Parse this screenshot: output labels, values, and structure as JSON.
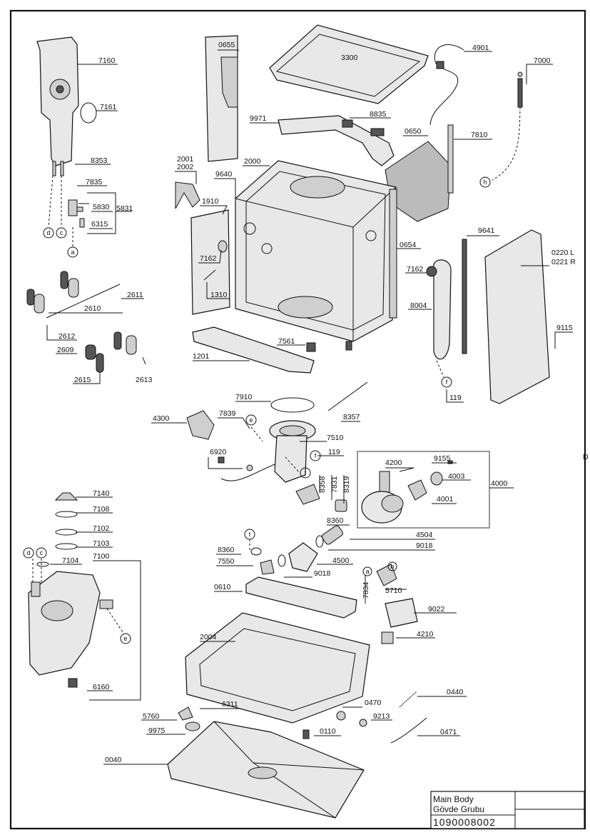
{
  "labels": [
    "7160",
    "7161",
    "8353",
    "7835",
    "5830",
    "5831",
    "6315",
    "0655",
    "3300",
    "4901",
    "7000",
    "9971",
    "8835",
    "0650",
    "7810",
    "2001",
    "2002",
    "2000",
    "9640",
    "1910",
    "7162",
    "1310",
    "0654",
    "9641",
    "0220 L",
    "0221 R",
    "7162",
    "8004",
    "9115",
    "119",
    "2611",
    "2610",
    "2612",
    "2609",
    "2613",
    "2615",
    "1201",
    "7561",
    "7910",
    "4300",
    "7839",
    "8357",
    "7510",
    "119",
    "6920",
    "4200",
    "9155",
    "4003",
    "4001",
    "4000",
    "8358",
    "7831",
    "8319",
    "8360",
    "4504",
    "9018",
    "4500",
    "9018",
    "8360",
    "7550",
    "0610",
    "5710",
    "7834",
    "9022",
    "4210",
    "7140",
    "7108",
    "7102",
    "7103",
    "7104",
    "7100",
    "6160",
    "2004",
    "0470",
    "0440",
    "9213",
    "0471",
    "6311",
    "5760",
    "9975",
    "0110",
    "0040"
  ],
  "circle_refs": [
    "d",
    "c",
    "a",
    "h",
    "e",
    "f",
    "t",
    "t",
    "f",
    "a",
    "h"
  ],
  "stray_char": "D",
  "title_block": {
    "name_en": "Main Body",
    "name_tr": "Gövde Grubu",
    "code": "1090008002"
  }
}
